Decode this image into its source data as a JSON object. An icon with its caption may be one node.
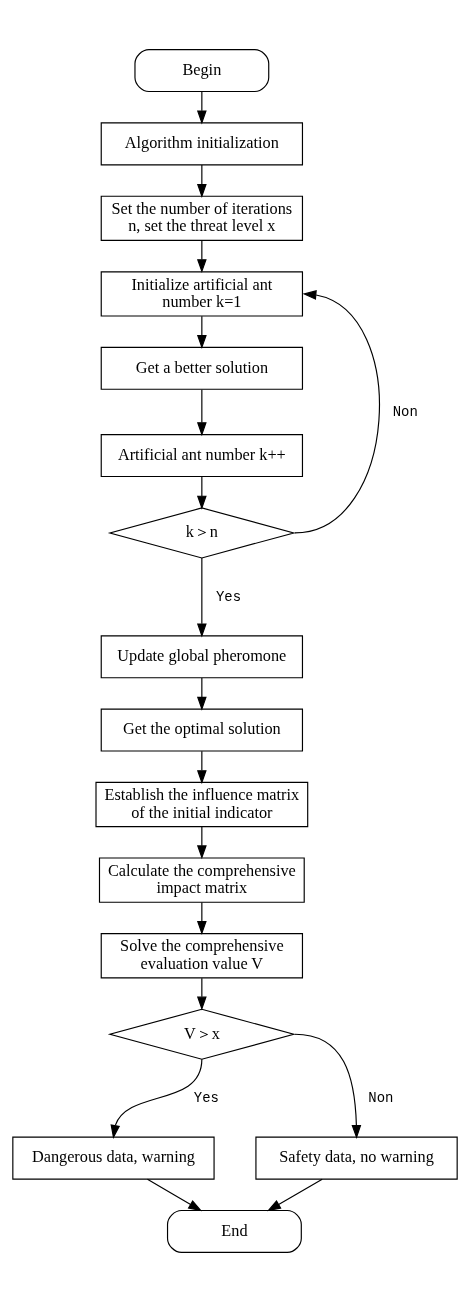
{
  "diagram": {
    "nodes": [
      {
        "text": [
          "Begin"
        ]
      },
      {
        "text": [
          "Algorithm initialization"
        ]
      },
      {
        "text": [
          "Set the number of iterations n, set the threat level x"
        ]
      },
      {
        "text": [
          "Initialize artificial ant number k=1"
        ]
      },
      {
        "text": [
          "Get a better solution"
        ]
      },
      {
        "text": [
          "Artificial ant number k++"
        ]
      },
      {
        "text": [
          "k＞n"
        ]
      },
      {
        "text": [
          "Update global pheromone"
        ]
      },
      {
        "text": [
          "Get the optimal solution"
        ]
      },
      {
        "text": [
          "Establish the influence matrix of the initial indicator"
        ]
      },
      {
        "text": [
          "Calculate the comprehensive impact matrix"
        ]
      },
      {
        "text": [
          "Solve the comprehensive evaluation value V"
        ]
      },
      {
        "text": [
          "V＞x"
        ]
      },
      {
        "text": [
          "Dangerous data, warning"
        ]
      },
      {
        "text": [
          "Safety data, no warning"
        ]
      },
      {
        "text": [
          "End"
        ]
      }
    ],
    "edges": [
      {
        "from": 0,
        "to": 1,
        "arrow": "to"
      },
      {
        "from": 1,
        "to": 2,
        "arrow": "to"
      },
      {
        "from": 2,
        "to": 3,
        "arrow": "to"
      },
      {
        "from": 3,
        "to": 4,
        "arrow": "to"
      },
      {
        "from": 4,
        "to": 5,
        "arrow": "to"
      },
      {
        "from": 5,
        "to": 6,
        "arrow": "to"
      },
      {
        "from": 6,
        "to": 3,
        "arrow": "to",
        "label": "Non"
      },
      {
        "from": 6,
        "to": 7,
        "arrow": "to",
        "label": "Yes"
      },
      {
        "from": 7,
        "to": 8,
        "arrow": "to"
      },
      {
        "from": 8,
        "to": 9,
        "arrow": "to"
      },
      {
        "from": 9,
        "to": 10,
        "arrow": "to"
      },
      {
        "from": 10,
        "to": 11,
        "arrow": "to"
      },
      {
        "from": 11,
        "to": 12,
        "arrow": "to"
      },
      {
        "from": 12,
        "to": 13,
        "arrow": "to",
        "label": "Yes"
      },
      {
        "from": 12,
        "to": 14,
        "arrow": "to",
        "label": "Non"
      },
      {
        "from": 13,
        "to": 15,
        "arrow": "to"
      },
      {
        "from": 14,
        "to": 15,
        "arrow": "to"
      }
    ]
  }
}
